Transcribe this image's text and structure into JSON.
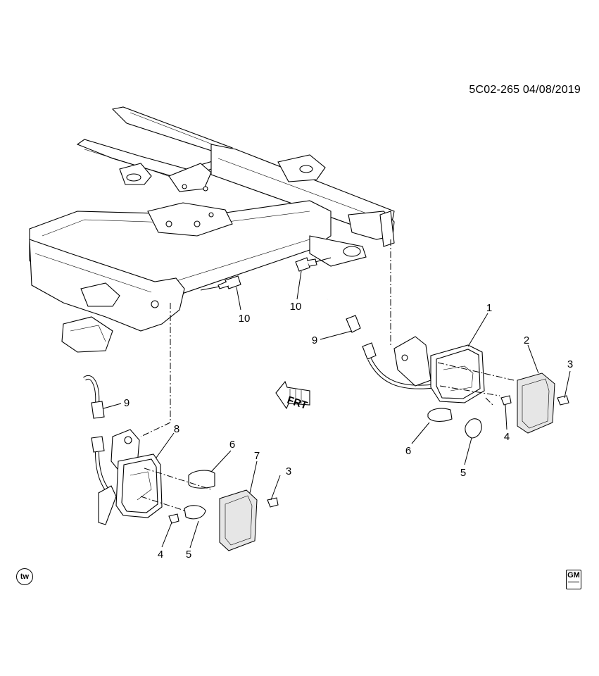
{
  "header": {
    "doc_id": "5C02-265  04/08/2019"
  },
  "callouts": {
    "c1": "1",
    "c2": "2",
    "c3a": "3",
    "c3b": "3",
    "c4a": "4",
    "c4b": "4",
    "c5a": "5",
    "c5b": "5",
    "c6a": "6",
    "c6b": "6",
    "c7": "7",
    "c8": "8",
    "c9a": "9",
    "c9b": "9",
    "c10a": "10",
    "c10b": "10"
  },
  "arrow": {
    "label": "FRT"
  },
  "footer": {
    "tw_badge": "tw",
    "logo": "GM"
  }
}
